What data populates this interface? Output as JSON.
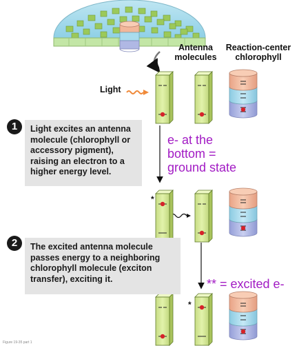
{
  "labels": {
    "antenna_molecules": "Antenna\nmolecules",
    "reaction_center": "Reaction-center\nchlorophyll",
    "light": "Light"
  },
  "steps": [
    {
      "number": "1",
      "text": "Light excites an antenna molecule (chlorophyll or accessory pigment), raising an electron to a higher energy level."
    },
    {
      "number": "2",
      "text": "The excited antenna molecule passes energy to a neighboring chlorophyll molecule (exciton transfer), exciting it."
    }
  ],
  "annotations": {
    "ground_state": "e- at the\nbottom =\nground state",
    "excited": "** = excited e-"
  },
  "markers": {
    "asterisk": "*"
  },
  "figure_caption": "Figure 19-35 part 1",
  "colors": {
    "antenna_green": "#d8ec9a",
    "electron_red": "#d6232a",
    "annotation_purple": "#a21bc4",
    "step_box_gray": "#e4e4e4",
    "rc_salmon": "#f2b79a",
    "rc_blue": "#a9dcee",
    "rc_lavender": "#b0b8e4"
  }
}
